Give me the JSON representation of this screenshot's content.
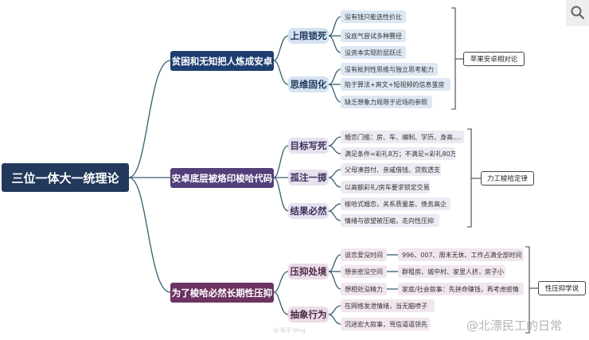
{
  "root": "三位一体大一统理论",
  "branches": [
    {
      "label": "贫困和无知把人炼成安卓",
      "summary": "苹果安卓相对论",
      "groups": [
        {
          "label": "上限锁死",
          "items": [
            "没有钱只能选性价比",
            "没底气尝试多种赛径",
            "没资本实现阶层跃迁"
          ]
        },
        {
          "label": "思维固化",
          "items": [
            "没有批判性思维与独立思考能力",
            "陷于算法+爽文+短视频的信息茧房",
            "缺乏想象力局限于近场的参照"
          ]
        }
      ]
    },
    {
      "label": "安卓底层被烙印梭哈代码",
      "summary": "力工梭哈定律",
      "groups": [
        {
          "label": "目标写死",
          "items": [
            "婚恋门槛：房、车、编制、学历、身高....",
            "满足条件=彩礼8万；不满足=彩礼80万"
          ]
        },
        {
          "label": "孤注一掷",
          "items": [
            "父母凑首付、亲戚借钱、贷款透支",
            "以高额彩礼/房车要求锁定交易"
          ]
        },
        {
          "label": "结果必然",
          "items": [
            "梭哈式婚恋，关系质量差、债务高企",
            "情绪与欲望被压缩，走向性压抑"
          ]
        }
      ]
    },
    {
      "label": "为了梭哈必然长期性压抑",
      "summary": "性压抑学说",
      "groups": [
        {
          "label": "压抑处境",
          "items": [
            "谈恋爱没时间",
            "想亲密没空间",
            "想相处没精力"
          ],
          "details": [
            "996、007、周末无休、工作占满全部时间",
            "群租房、城中村、家里人挤，房子小",
            "家庭/社会叙事：先拼命赚钱，再考虑感情"
          ]
        },
        {
          "label": "抽象行为",
          "items": [
            "在网络发泄情绪，当无脑喷子",
            "沉迷宏大叙事，骂信逼逼领先"
          ]
        }
      ]
    }
  ],
  "watermark": {
    "main": "@北漂民工的日常",
    "small": "@ 知乎 blog"
  },
  "icons": {
    "search": "search-icon"
  },
  "colors": {
    "root": "#22395c",
    "branch_blue": "#1f3f73",
    "branch_purple": "#533f7a",
    "branch_magenta": "#6d3363",
    "connector": "#345f6e"
  }
}
